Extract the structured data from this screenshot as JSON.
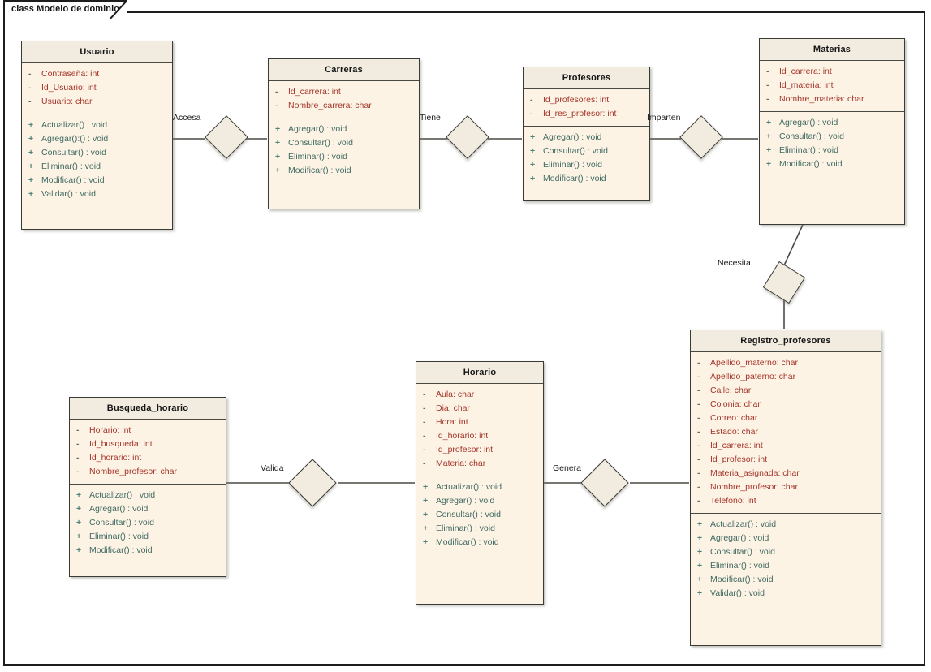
{
  "diagram": {
    "tab_label": "class Modelo de dominio",
    "accent_attr_color": "#a4352c",
    "accent_op_color": "#3f6a63",
    "class_fill_color": "#fdf3e4",
    "class_header_color": "#f2ece0",
    "border_color": "#3b3b36"
  },
  "classes": [
    {
      "name": "Usuario",
      "attributes": [
        {
          "visibility": "-",
          "text": "Contraseña:  int"
        },
        {
          "visibility": "-",
          "text": "Id_Usuario:  int"
        },
        {
          "visibility": "-",
          "text": "Usuario:  char"
        }
      ],
      "operations": [
        {
          "visibility": "+",
          "text": "Actualizar() : void"
        },
        {
          "visibility": "+",
          "text": "Agregar():() : void"
        },
        {
          "visibility": "+",
          "text": "Consultar() : void"
        },
        {
          "visibility": "+",
          "text": "Eliminar() : void"
        },
        {
          "visibility": "+",
          "text": "Modificar() : void"
        },
        {
          "visibility": "+",
          "text": "Validar() : void"
        }
      ]
    },
    {
      "name": "Carreras",
      "attributes": [
        {
          "visibility": "-",
          "text": "Id_carrera:  int"
        },
        {
          "visibility": "-",
          "text": "Nombre_carrera:  char"
        }
      ],
      "operations": [
        {
          "visibility": "+",
          "text": "Agregar() : void"
        },
        {
          "visibility": "+",
          "text": "Consultar() : void"
        },
        {
          "visibility": "+",
          "text": "Eliminar() : void"
        },
        {
          "visibility": "+",
          "text": "Modificar() : void"
        }
      ]
    },
    {
      "name": "Profesores",
      "attributes": [
        {
          "visibility": "-",
          "text": "Id_profesores:  int"
        },
        {
          "visibility": "-",
          "text": "Id_res_profesor:  int"
        }
      ],
      "operations": [
        {
          "visibility": "+",
          "text": "Agregar() : void"
        },
        {
          "visibility": "+",
          "text": "Consultar() : void"
        },
        {
          "visibility": "+",
          "text": "Eliminar() : void"
        },
        {
          "visibility": "+",
          "text": "Modificar() : void"
        }
      ]
    },
    {
      "name": "Materias",
      "attributes": [
        {
          "visibility": "-",
          "text": "Id_carrera:  int"
        },
        {
          "visibility": "-",
          "text": "Id_materia:  int"
        },
        {
          "visibility": "-",
          "text": "Nombre_materia:  char"
        }
      ],
      "operations": [
        {
          "visibility": "+",
          "text": "Agregar() : void"
        },
        {
          "visibility": "+",
          "text": "Consultar() : void"
        },
        {
          "visibility": "+",
          "text": "Eliminar() : void"
        },
        {
          "visibility": "+",
          "text": "Modificar() : void"
        }
      ]
    },
    {
      "name": "Registro_profesores",
      "attributes": [
        {
          "visibility": "-",
          "text": "Apellido_materno:  char"
        },
        {
          "visibility": "-",
          "text": "Apellido_paterno:  char"
        },
        {
          "visibility": "-",
          "text": "Calle:  char"
        },
        {
          "visibility": "-",
          "text": "Colonia:  char"
        },
        {
          "visibility": "-",
          "text": "Correo:  char"
        },
        {
          "visibility": "-",
          "text": "Estado:  char"
        },
        {
          "visibility": "-",
          "text": "Id_carrera:  int"
        },
        {
          "visibility": "-",
          "text": "Id_profesor:  int"
        },
        {
          "visibility": "-",
          "text": "Materia_asignada:  char"
        },
        {
          "visibility": "-",
          "text": "Nombre_profesor:  char"
        },
        {
          "visibility": "-",
          "text": "Telefono:  int"
        }
      ],
      "operations": [
        {
          "visibility": "+",
          "text": "Actualizar() : void"
        },
        {
          "visibility": "+",
          "text": "Agregar() : void"
        },
        {
          "visibility": "+",
          "text": "Consultar() : void"
        },
        {
          "visibility": "+",
          "text": "Eliminar() : void"
        },
        {
          "visibility": "+",
          "text": "Modificar() : void"
        },
        {
          "visibility": "+",
          "text": "Validar() : void"
        }
      ]
    },
    {
      "name": "Horario",
      "attributes": [
        {
          "visibility": "-",
          "text": "Aula:  char"
        },
        {
          "visibility": "-",
          "text": "Dia:  char"
        },
        {
          "visibility": "-",
          "text": "Hora:  int"
        },
        {
          "visibility": "-",
          "text": "Id_horario:  int"
        },
        {
          "visibility": "-",
          "text": "Id_profesor:  int"
        },
        {
          "visibility": "-",
          "text": "Materia:  char"
        }
      ],
      "operations": [
        {
          "visibility": "+",
          "text": "Actualizar() : void"
        },
        {
          "visibility": "+",
          "text": "Agregar() : void"
        },
        {
          "visibility": "+",
          "text": "Consultar() : void"
        },
        {
          "visibility": "+",
          "text": "Eliminar() : void"
        },
        {
          "visibility": "+",
          "text": "Modificar() : void"
        }
      ]
    },
    {
      "name": "Busqueda_horario",
      "attributes": [
        {
          "visibility": "-",
          "text": "Horario:  int"
        },
        {
          "visibility": "-",
          "text": "Id_busqueda:  int"
        },
        {
          "visibility": "-",
          "text": "Id_horario:  int"
        },
        {
          "visibility": "-",
          "text": "Nombre_profesor:  char"
        }
      ],
      "operations": [
        {
          "visibility": "+",
          "text": "Actualizar() : void"
        },
        {
          "visibility": "+",
          "text": "Agregar() : void"
        },
        {
          "visibility": "+",
          "text": "Consultar() : void"
        },
        {
          "visibility": "+",
          "text": "Eliminar() : void"
        },
        {
          "visibility": "+",
          "text": "Modificar() : void"
        }
      ]
    }
  ],
  "relationships": [
    {
      "label": "Accesa",
      "from": "Usuario",
      "to": "Carreras"
    },
    {
      "label": "Tiene",
      "from": "Carreras",
      "to": "Profesores"
    },
    {
      "label": "Imparten",
      "from": "Profesores",
      "to": "Materias"
    },
    {
      "label": "Necesita",
      "from": "Materias",
      "to": "Registro_profesores"
    },
    {
      "label": "Valida",
      "from": "Busqueda_horario",
      "to": "Horario"
    },
    {
      "label": "Genera",
      "from": "Horario",
      "to": "Registro_profesores"
    }
  ]
}
